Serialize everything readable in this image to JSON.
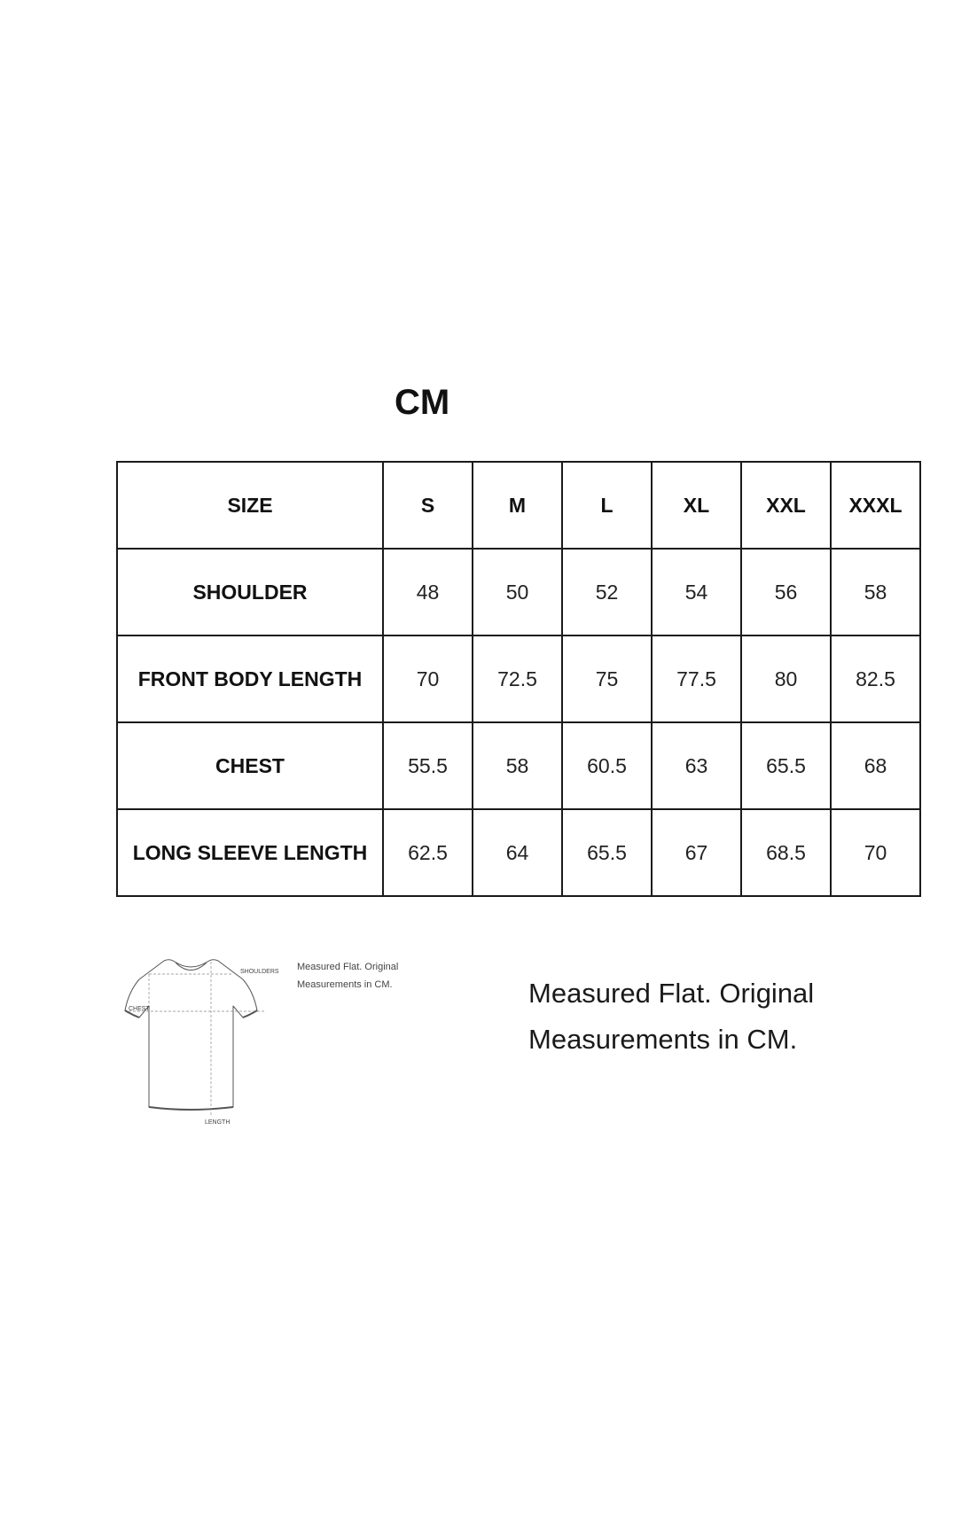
{
  "title": "CM",
  "table": {
    "header": {
      "label": "SIZE",
      "sizes": [
        "S",
        "M",
        "L",
        "XL",
        "XXL",
        "XXXL"
      ]
    },
    "rows": [
      {
        "label": "SHOULDER",
        "values": [
          "48",
          "50",
          "52",
          "54",
          "56",
          "58"
        ]
      },
      {
        "label": "FRONT BODY LENGTH",
        "values": [
          "70",
          "72.5",
          "75",
          "77.5",
          "80",
          "82.5"
        ]
      },
      {
        "label": "CHEST",
        "values": [
          "55.5",
          "58",
          "60.5",
          "63",
          "65.5",
          "68"
        ]
      },
      {
        "label": "LONG SLEEVE LENGTH",
        "values": [
          "62.5",
          "64",
          "65.5",
          "67",
          "68.5",
          "70"
        ]
      }
    ]
  },
  "diagram": {
    "shoulders_label": "SHOULDERS",
    "chest_label": "CHEST",
    "length_label": "LENGTH",
    "note_line1": "Measured Flat. Original",
    "note_line2": "Measurements in CM."
  },
  "note": {
    "line1": "Measured Flat. Original",
    "line2": "Measurements in CM."
  }
}
